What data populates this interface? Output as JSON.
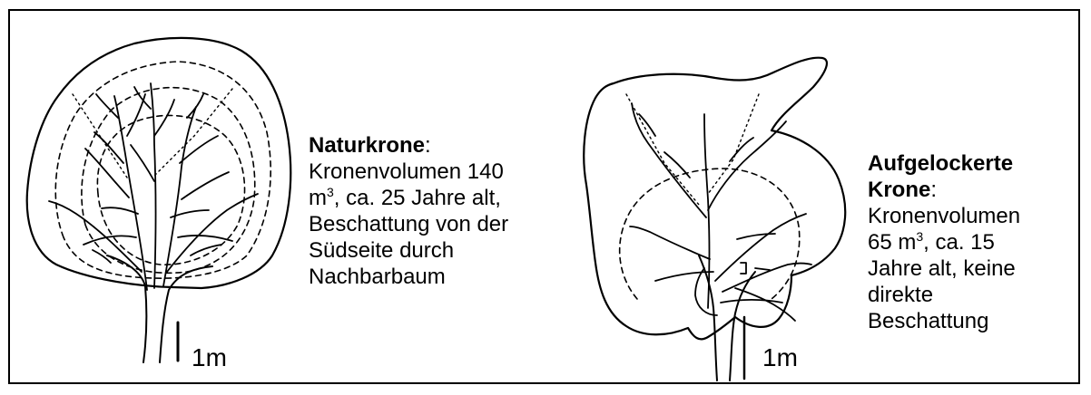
{
  "left": {
    "title": "Naturkrone",
    "title_suffix": ":",
    "line1": "Kronenvolumen 140",
    "line2a": "m",
    "line2sup": "3",
    "line2b": ", ca. 25 Jahre alt,",
    "line3": "Beschattung von der",
    "line4": "Südseite durch",
    "line5": "Nachbarbaum",
    "scale": "1m"
  },
  "right": {
    "title1": "Aufgelockerte",
    "title2": "Krone",
    "title_suffix": ":",
    "line1": "Kronenvolumen",
    "line2a": "65 m",
    "line2sup": "3",
    "line2b": ", ca. 15",
    "line3": "Jahre alt, keine",
    "line4": "direkte",
    "line5": "Beschattung",
    "scale": "1m"
  }
}
